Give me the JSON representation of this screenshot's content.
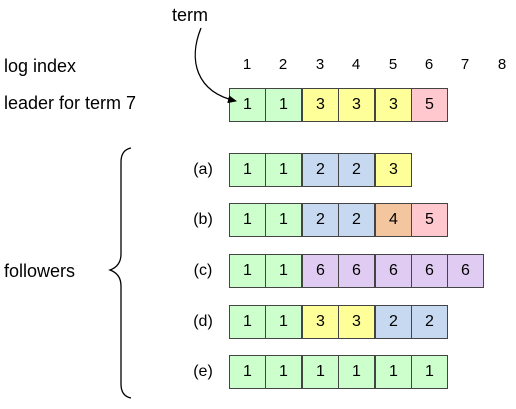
{
  "term_label": "term",
  "log_index_label": "log index",
  "leader_label": "leader for term 7",
  "followers_label": "followers",
  "log_indices": [
    "1",
    "2",
    "3",
    "4",
    "5",
    "6",
    "7",
    "8"
  ],
  "term_colors": {
    "1": "#ccffcc",
    "2": "#c6d9f1",
    "3": "#ffff99",
    "4": "#f4c69f",
    "5": "#ffc7ce",
    "6": "#e0ccf2"
  },
  "leader_log": [
    "1",
    "1",
    "3",
    "3",
    "3",
    "5"
  ],
  "followers": [
    {
      "label": "(a)",
      "log": [
        "1",
        "1",
        "2",
        "2",
        "3"
      ]
    },
    {
      "label": "(b)",
      "log": [
        "1",
        "1",
        "2",
        "2",
        "4",
        "5"
      ]
    },
    {
      "label": "(c)",
      "log": [
        "1",
        "1",
        "6",
        "6",
        "6",
        "6",
        "6"
      ]
    },
    {
      "label": "(d)",
      "log": [
        "1",
        "1",
        "3",
        "3",
        "2",
        "2"
      ]
    },
    {
      "label": "(e)",
      "log": [
        "1",
        "1",
        "1",
        "1",
        "1",
        "1"
      ]
    }
  ]
}
